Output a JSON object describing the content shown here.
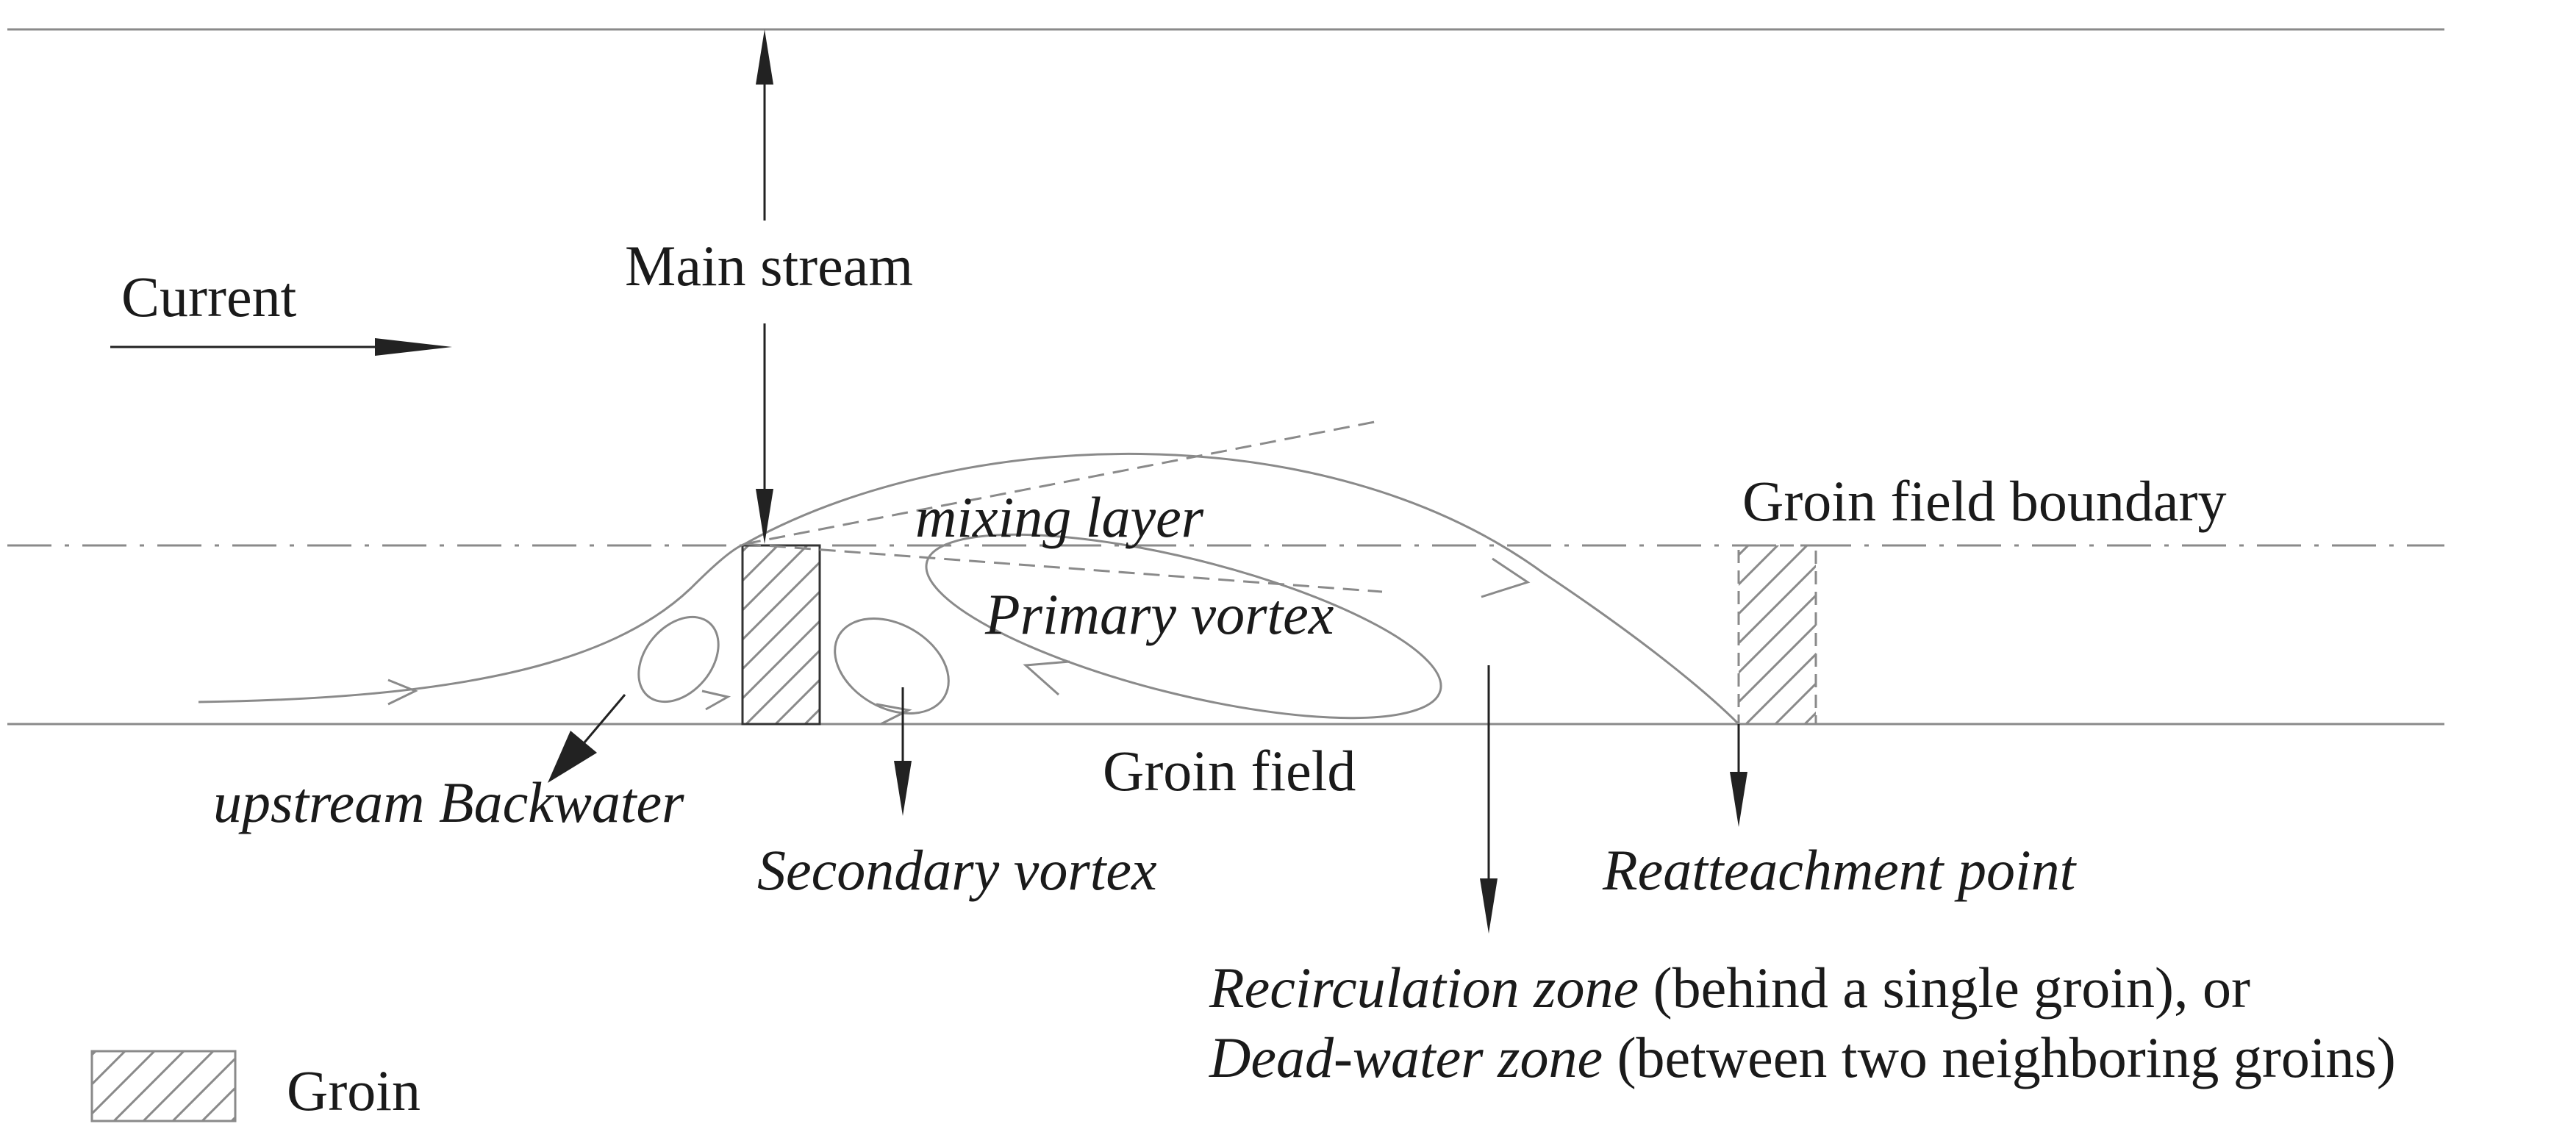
{
  "labels": {
    "current": "Current",
    "main_stream": "Main stream",
    "groin_field_boundary": "Groin field boundary",
    "mixing_layer": "mixing layer",
    "primary_vortex": "Primary vortex",
    "groin_field": "Groin field",
    "upstream_backwater": "upstream Backwater",
    "secondary_vortex": "Secondary vortex",
    "reattachment_point": "Reatteachment point",
    "recirculation_zone": "Recirculation zone",
    "recirculation_note": " (behind a single groin), or",
    "dead_water_zone": "Dead-water zone",
    "dead_water_note": " (between two neighboring groins)"
  },
  "legend": {
    "groin": "Groin"
  },
  "colors": {
    "line": "#8a8a8a",
    "arrow": "#222222",
    "text": "#1a1a1a",
    "background": "#ffffff"
  }
}
